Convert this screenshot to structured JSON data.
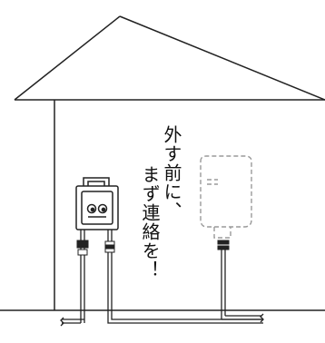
{
  "message": {
    "line1": "外す前に、",
    "line2": "まず連絡を！"
  },
  "colors": {
    "stroke": "#222222",
    "dashed": "#9a9a9a",
    "background": "#ffffff"
  },
  "icons": [
    "house-outline",
    "water-heater-installed",
    "water-heater-removed-dashed",
    "water-valve"
  ]
}
